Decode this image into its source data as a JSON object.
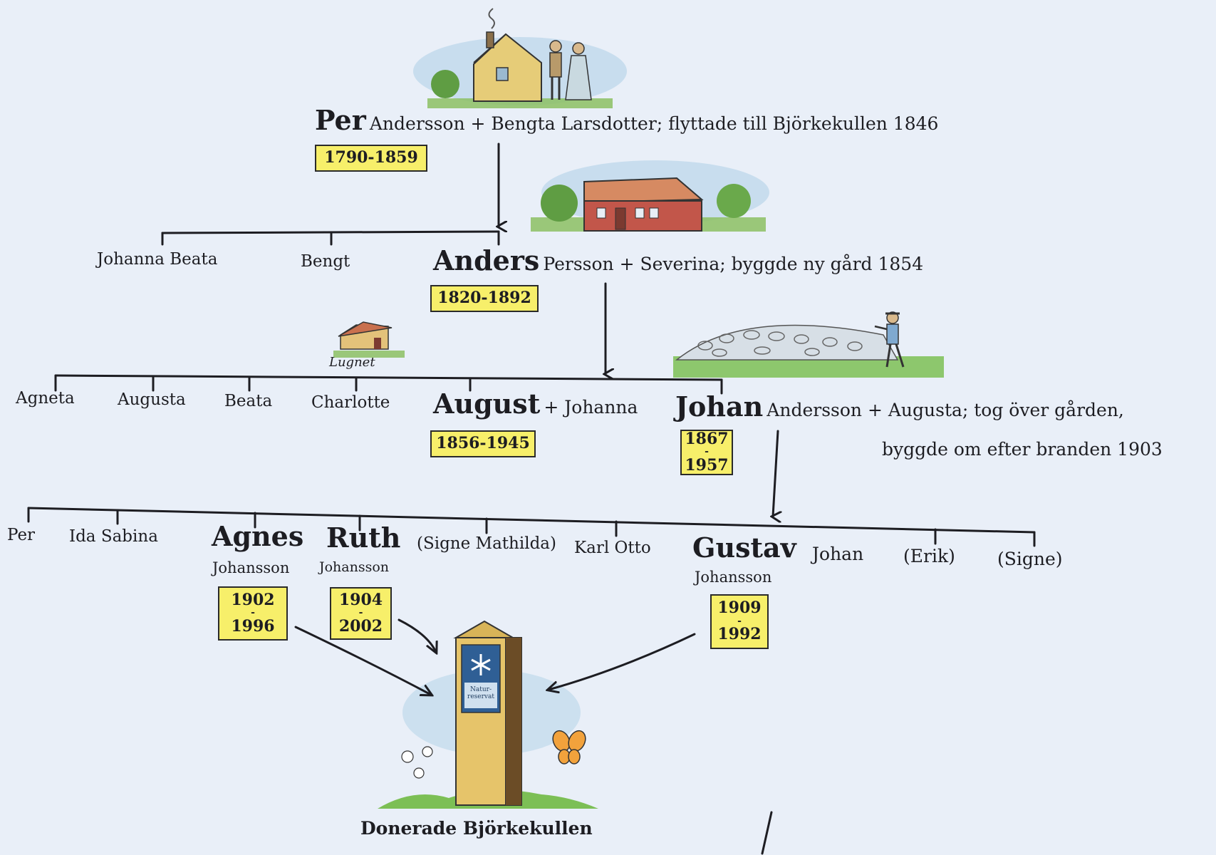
{
  "generation1": {
    "first_name": "Per",
    "rest": "Andersson + Bengta Larsdotter; flyttade till Björkekullen 1846",
    "dates": "1790-1859"
  },
  "generation2": {
    "siblings": [
      "Johanna Beata",
      "Bengt"
    ],
    "first_name": "Anders",
    "rest": "Persson + Severina; byggde ny gård 1854",
    "dates": "1820-1892"
  },
  "cottage_label": "Lugnet",
  "generation3": {
    "siblings": [
      "Agneta",
      "Augusta",
      "Beata",
      "Charlotte"
    ],
    "august": {
      "first_name": "August",
      "rest": "+ Johanna",
      "dates": "1856-1945"
    },
    "johan": {
      "first_name": "Johan",
      "rest_line1": "Andersson + Augusta; tog över gården,",
      "rest_line2": "byggde om efter branden 1903",
      "birth": "1867",
      "death": "1957"
    }
  },
  "generation4": {
    "siblings_left": [
      "Per",
      "Ida Sabina"
    ],
    "agnes": {
      "first_name": "Agnes",
      "surname": "Johansson",
      "birth": "1902",
      "death": "1996"
    },
    "ruth": {
      "first_name": "Ruth",
      "surname": "Johansson",
      "birth": "1904",
      "death": "2002"
    },
    "siblings_mid": [
      "(Signe Mathilda)",
      "Karl Otto"
    ],
    "gustav": {
      "first_name": "Gustav",
      "surname": "Johansson",
      "birth": "1909",
      "death": "1992"
    },
    "siblings_right": [
      "Johan",
      "(Erik)",
      "(Signe)"
    ]
  },
  "signpost_text": "Natur-reservat",
  "footer": "Donerade Björkekullen",
  "colors": {
    "paper": "#e9eff8",
    "ink": "#1d1d22",
    "date_box": "#f7ef6a",
    "grass": "#6fae4a",
    "house_red": "#c2564a",
    "post_wood": "#e6c46a"
  }
}
